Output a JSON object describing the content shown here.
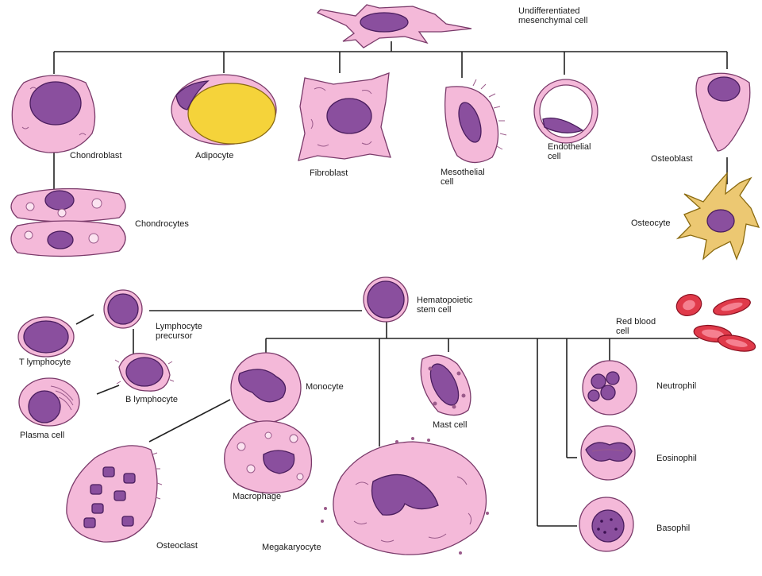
{
  "labels": {
    "mesenchymal": [
      "Undifferentiated",
      "mesenchymal cell"
    ],
    "chondroblast": "Chondroblast",
    "adipocyte": "Adipocyte",
    "fibroblast": "Fibroblast",
    "mesothelial": [
      "Mesothelial",
      "cell"
    ],
    "endothelial": [
      "Endothelial",
      "cell"
    ],
    "osteoblast": "Osteoblast",
    "chondrocytes": "Chondrocytes",
    "osteocyte": "Osteocyte",
    "hematopoietic": [
      "Hematopoietic",
      "stem cell"
    ],
    "lymph_precursor": [
      "Lymphocyte",
      "precursor"
    ],
    "t_lymphocyte": "T lymphocyte",
    "b_lymphocyte": "B lymphocyte",
    "plasma_cell": "Plasma cell",
    "monocyte": "Monocyte",
    "macrophage": "Macrophage",
    "osteoclast": "Osteoclast",
    "mast_cell": "Mast cell",
    "megakaryocyte": "Megakaryocyte",
    "red_blood_cell": [
      "Red blood",
      "cell"
    ],
    "neutrophil": "Neutrophil",
    "eosinophil": "Eosinophil",
    "basophil": "Basophil"
  },
  "colors": {
    "cytoplasm": "#f4b9d9",
    "nucleus": "#8a4f9e",
    "fat_droplet": "#f5d33a",
    "osteocyte": "#ecc872",
    "red_blood_cell": "#e03a4a",
    "line": "#222222"
  }
}
